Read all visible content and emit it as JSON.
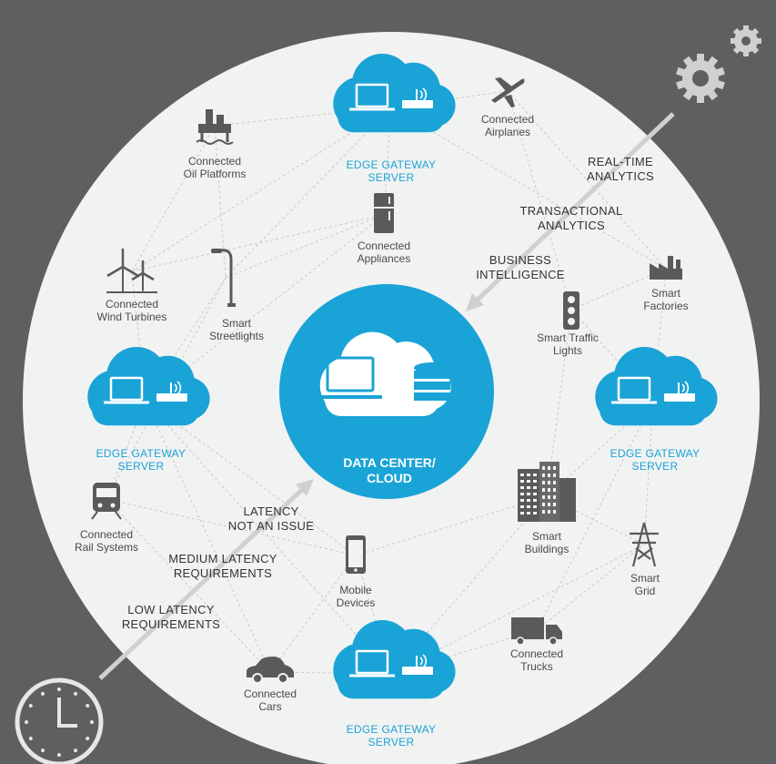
{
  "colors": {
    "background": "#5e5f61",
    "disc": "#f1f2f2",
    "accent": "#1aa3d6",
    "icon": "#5a5a5a",
    "line": "#c9c9c9"
  },
  "center": {
    "label": "DATA CENTER/\nCLOUD",
    "icon": "laptop-and-database-icon"
  },
  "gateways": [
    {
      "id": "top",
      "label": "EDGE GATEWAY\nSERVER",
      "icon": "laptop-router-cloud-icon"
    },
    {
      "id": "left",
      "label": "EDGE GATEWAY\nSERVER",
      "icon": "laptop-router-cloud-icon"
    },
    {
      "id": "right",
      "label": "EDGE GATEWAY\nSERVER",
      "icon": "laptop-router-cloud-icon"
    },
    {
      "id": "bottom",
      "label": "EDGE GATEWAY\nSERVER",
      "icon": "laptop-router-cloud-icon"
    }
  ],
  "devices": [
    {
      "id": "oil",
      "label": "Connected\nOil Platforms",
      "icon": "oil-platform-icon"
    },
    {
      "id": "airplanes",
      "label": "Connected\nAirplanes",
      "icon": "airplane-icon"
    },
    {
      "id": "appliances",
      "label": "Connected\nAppliances",
      "icon": "refrigerator-icon"
    },
    {
      "id": "wind",
      "label": "Connected\nWind Turbines",
      "icon": "wind-turbine-icon"
    },
    {
      "id": "street",
      "label": "Smart\nStreetlights",
      "icon": "streetlight-icon"
    },
    {
      "id": "factories",
      "label": "Smart\nFactories",
      "icon": "factory-icon"
    },
    {
      "id": "traffic",
      "label": "Smart Traffic\nLights",
      "icon": "traffic-light-icon"
    },
    {
      "id": "rail",
      "label": "Connected\nRail Systems",
      "icon": "train-icon"
    },
    {
      "id": "buildings",
      "label": "Smart\nBuildings",
      "icon": "buildings-icon"
    },
    {
      "id": "grid",
      "label": "Smart\nGrid",
      "icon": "power-tower-icon"
    },
    {
      "id": "mobile",
      "label": "Mobile\nDevices",
      "icon": "smartphone-icon"
    },
    {
      "id": "trucks",
      "label": "Connected\nTrucks",
      "icon": "truck-icon"
    },
    {
      "id": "cars",
      "label": "Connected\nCars",
      "icon": "car-icon"
    }
  ],
  "tiers": [
    {
      "id": "realtime",
      "label": "REAL-TIME\nANALYTICS"
    },
    {
      "id": "transaction",
      "label": "TRANSACTIONAL\nANALYTICS"
    },
    {
      "id": "bi",
      "label": "BUSINESS\nINTELLIGENCE"
    },
    {
      "id": "latency",
      "label": "LATENCY\nNOT AN ISSUE"
    },
    {
      "id": "medium",
      "label": "MEDIUM LATENCY\nREQUIREMENTS"
    },
    {
      "id": "low",
      "label": "LOW LATENCY\nREQUIREMENTS"
    }
  ],
  "decor": {
    "top_right": "gears-icon",
    "bottom_left": "clock-icon"
  }
}
